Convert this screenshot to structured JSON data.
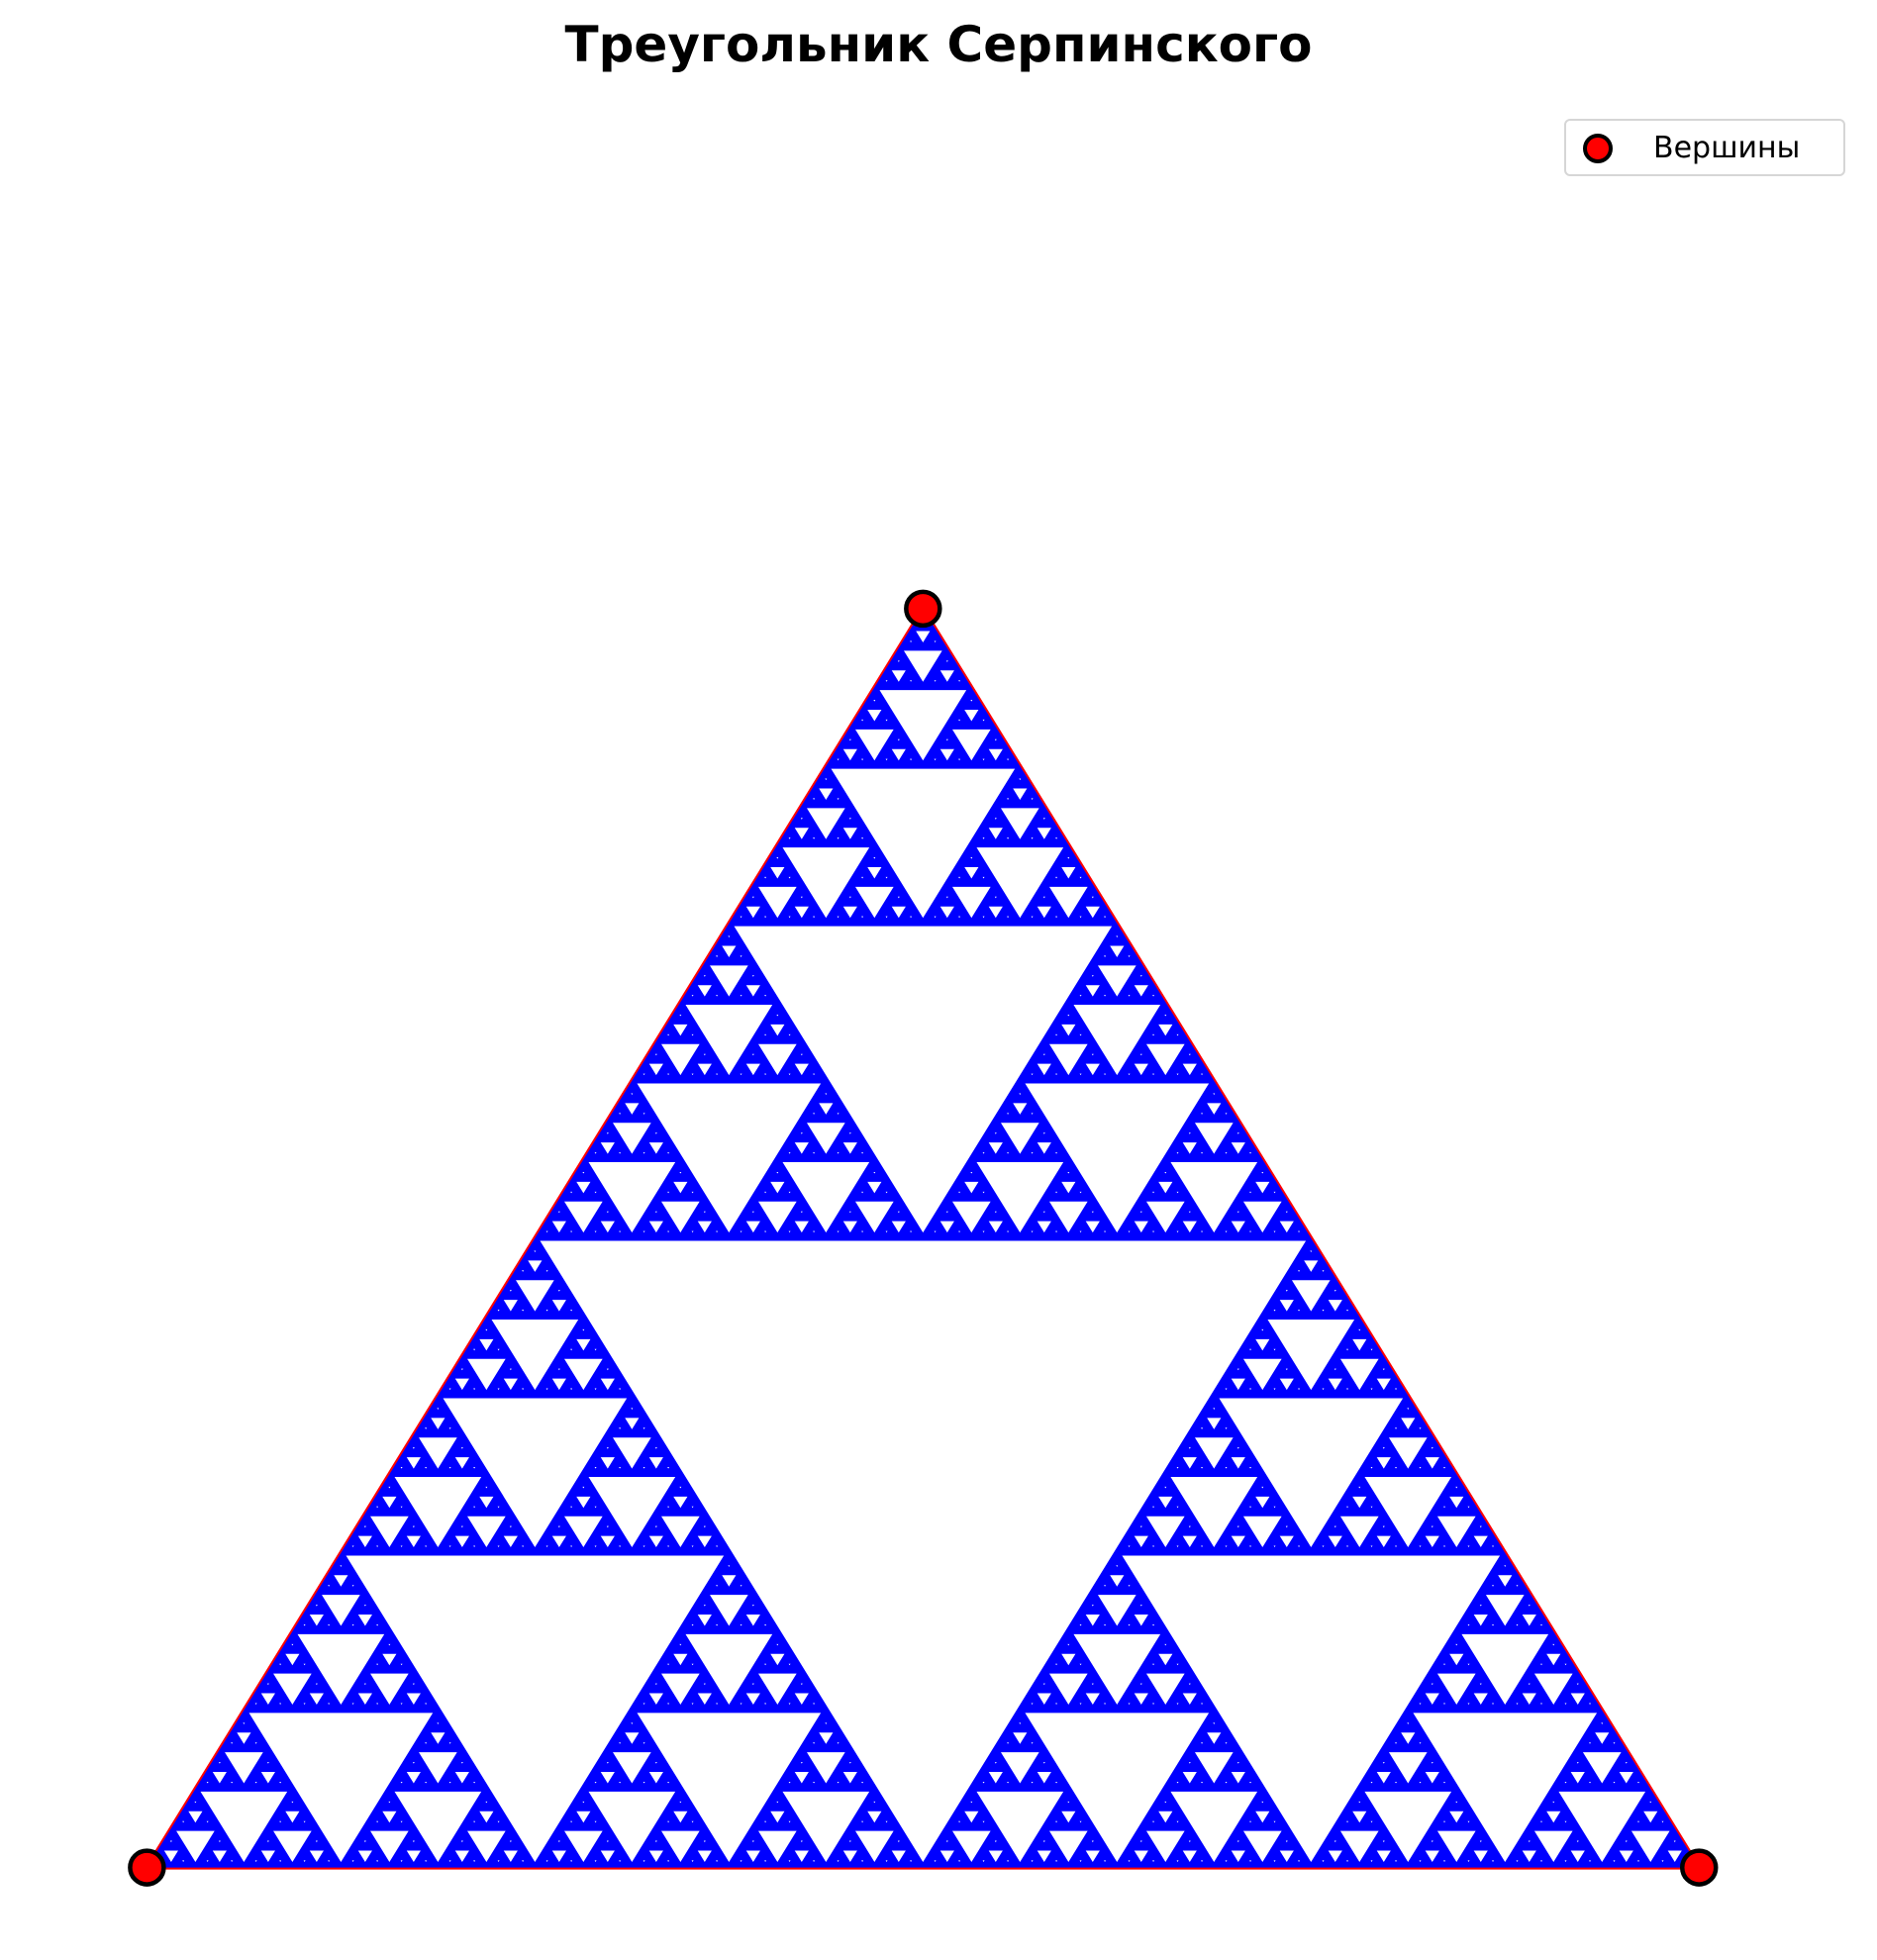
{
  "chart_data": {
    "type": "scatter",
    "title": "Треугольник Серпинского",
    "xlabel": "",
    "ylabel": "",
    "axes_visible": false,
    "grid": false,
    "legend_position": "top-right",
    "xlim": [
      -0.05,
      1.07
    ],
    "ylim": [
      -0.05,
      1.22
    ],
    "vertices": {
      "name": "Вершины",
      "color": "#ff0000",
      "edge_color": "#000000",
      "points": [
        {
          "x": 0.0,
          "y": 0.0
        },
        {
          "x": 1.0,
          "y": 0.0
        },
        {
          "x": 0.5,
          "y": 0.866
        }
      ]
    },
    "fractal": {
      "color": "#0000ff",
      "outline_color": "#ff0000",
      "recursion_depth": 7
    }
  }
}
